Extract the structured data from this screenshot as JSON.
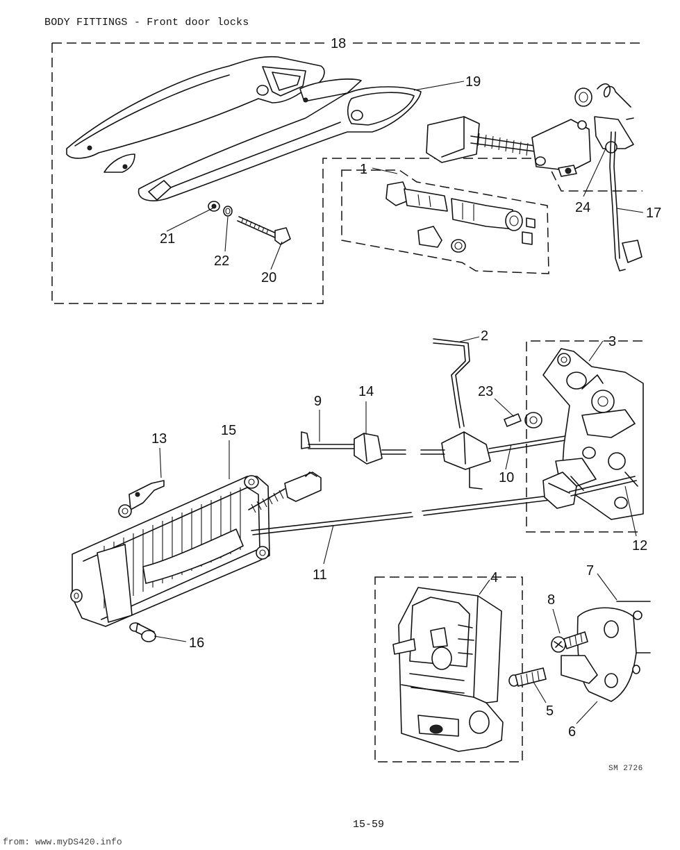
{
  "header": {
    "title": "BODY FITTINGS - Front door locks"
  },
  "callouts": {
    "c1": "1",
    "c2": "2",
    "c3": "3",
    "c4": "4",
    "c5": "5",
    "c6": "6",
    "c7": "7",
    "c8": "8",
    "c9": "9",
    "c10": "10",
    "c11": "11",
    "c12": "12",
    "c13": "13",
    "c14": "14",
    "c15": "15",
    "c16": "16",
    "c17": "17",
    "c18": "18",
    "c19": "19",
    "c20": "20",
    "c21": "21",
    "c22": "22",
    "c23": "23",
    "c24": "24"
  },
  "drawing_code": "SM 2726",
  "page_number": "15-59",
  "footer": {
    "source": "from: www.myDS420.info"
  }
}
